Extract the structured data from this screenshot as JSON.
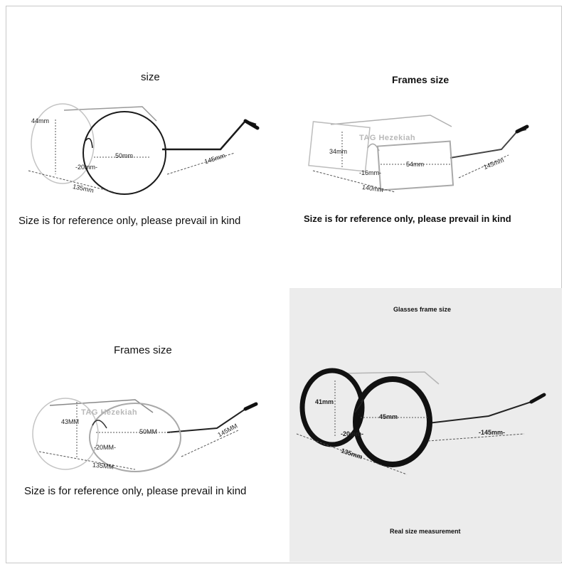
{
  "panel1": {
    "title": "size",
    "caption": "Size is for reference only, please prevail in kind",
    "dims": {
      "height": "44mm",
      "lens": "50mm",
      "bridge": "-20mm-",
      "temple": "145mm",
      "total": "135mm"
    }
  },
  "panel2": {
    "title": "Frames size",
    "caption": "Size is for reference only, please prevail in kind",
    "watermark": "TAG Hezekiah",
    "dims": {
      "height": "34mm",
      "lens": "54mm",
      "bridge": "-16mm-",
      "temple": "145mm",
      "total": "140mm"
    }
  },
  "panel3": {
    "title": "Frames size",
    "caption": "Size is for reference only, please prevail in kind",
    "watermark": "TAG Hezekiah",
    "dims": {
      "height": "43MM",
      "lens": "50MM",
      "bridge": "-20MM-",
      "temple": "145MM",
      "total": "135MM"
    }
  },
  "panel4": {
    "title": "Glasses frame size",
    "footer": "Real size measurement",
    "dims": {
      "height": "41mm",
      "lens": "45mm",
      "bridge": "-20mm-",
      "temple": "-145mm-",
      "total": "135mm"
    }
  },
  "colors": {
    "frame_metal": "#1a1a1a",
    "frame_silver": "#a9a9a9",
    "lens_black": "#111111",
    "panel4_bg": "#ececec"
  }
}
